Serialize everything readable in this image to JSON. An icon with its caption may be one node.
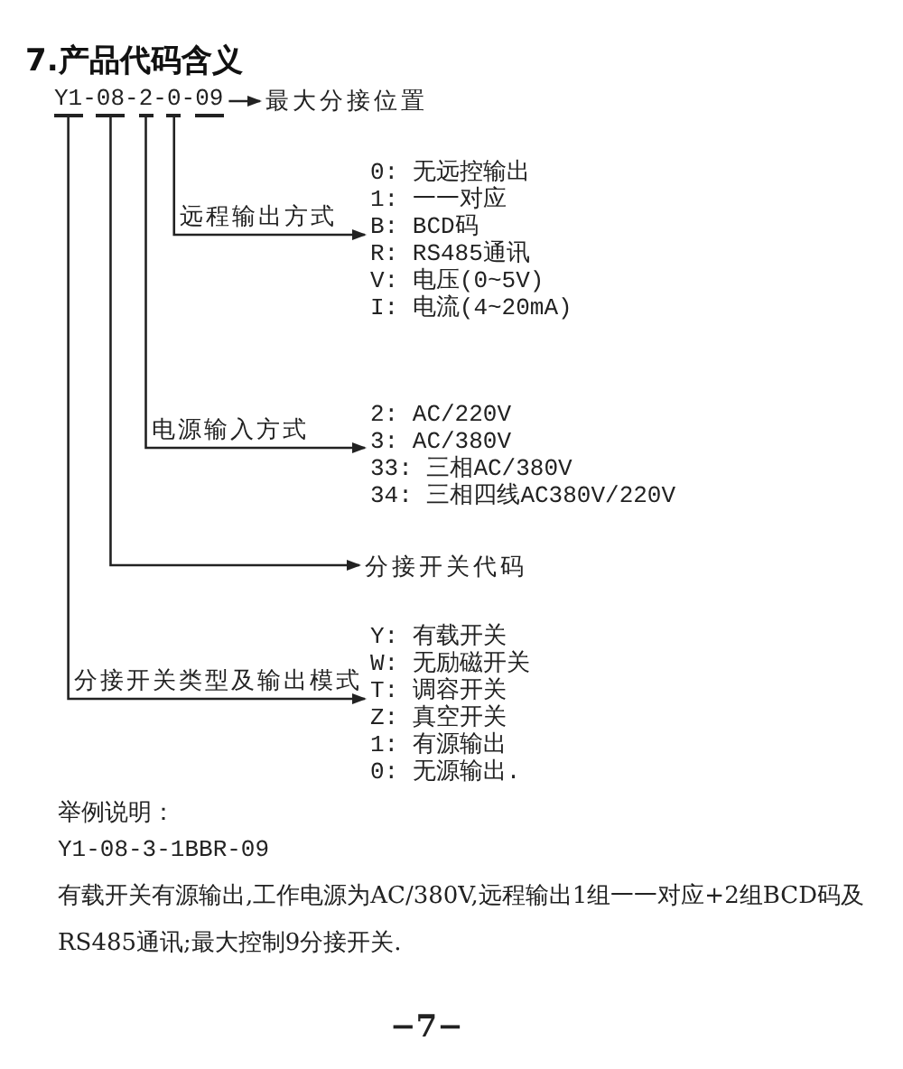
{
  "diagram": {
    "title": "7.产品代码含义",
    "nodes": [
      {
        "text": [
          "Y1"
        ]
      },
      {
        "text": [
          "08"
        ]
      },
      {
        "text": [
          "2"
        ]
      },
      {
        "text": [
          "0"
        ]
      },
      {
        "text": [
          "09"
        ]
      },
      {
        "text": [
          "最大分接位置"
        ]
      },
      {
        "text": [
          "0: 无远控输出",
          "1: 一一对应",
          "B: BCD码",
          "R: RS485通讯",
          "V: 电压(0~5V)",
          "I: 电流(4~20mA)"
        ]
      },
      {
        "text": [
          "2: AC/220V",
          "3: AC/380V",
          "33: 三相AC/380V",
          "34: 三相四线AC380V/220V"
        ]
      },
      {
        "text": [
          "分接开关代码"
        ]
      },
      {
        "text": [
          "Y: 有载开关",
          "W: 无励磁开关",
          "T: 调容开关",
          "Z: 真空开关",
          "1: 有源输出",
          "0: 无源输出."
        ]
      }
    ],
    "edges": [
      {
        "from": 4,
        "to": 5,
        "arrow": "to"
      },
      {
        "from": 3,
        "to": 6,
        "arrow": "to",
        "label": "远程输出方式"
      },
      {
        "from": 2,
        "to": 7,
        "arrow": "to",
        "label": "电源输入方式"
      },
      {
        "from": 1,
        "to": 8,
        "arrow": "to"
      },
      {
        "from": 0,
        "to": 9,
        "arrow": "to",
        "label": "分接开关类型及输出模式"
      }
    ],
    "labels": [
      "-",
      "-",
      "-",
      "-",
      "举例说明：",
      "Y1-08-3-1BBR-09",
      "有载开关有源输出,工作电源为AC/380V,远程输出1组一一对应+2组BCD码及RS485通讯;最大控制9分接开关.",
      "−7−"
    ]
  }
}
